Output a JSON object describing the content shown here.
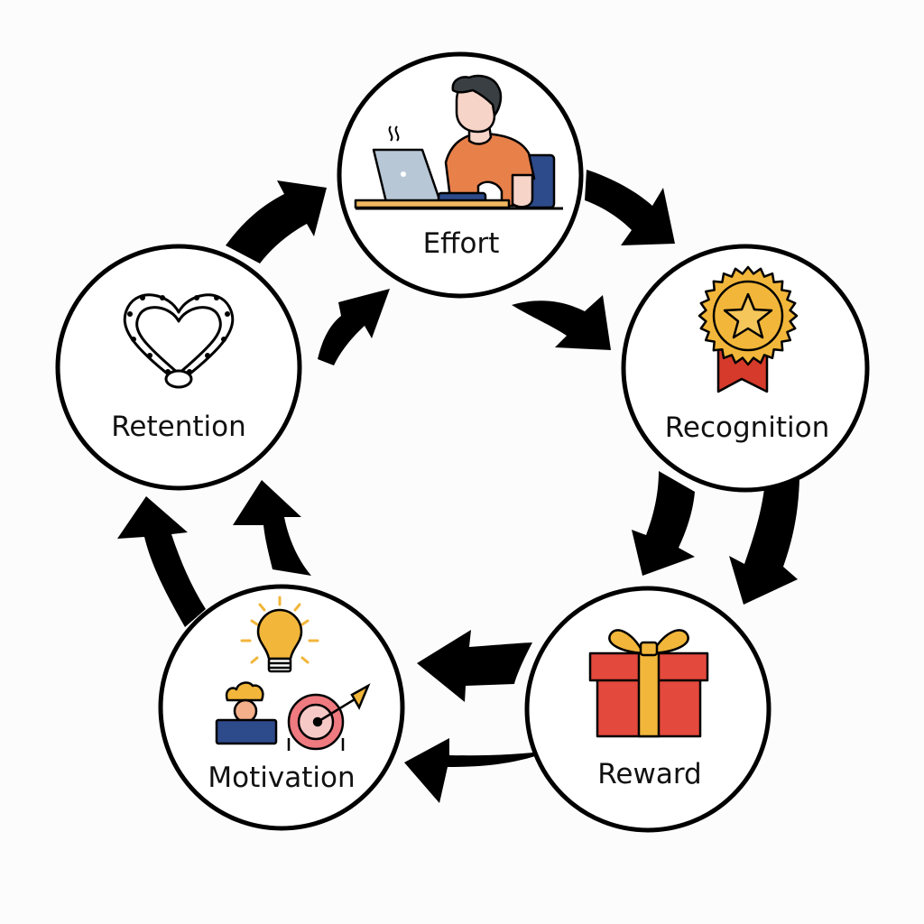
{
  "diagram": {
    "type": "cycle",
    "background": "#fcfcfc",
    "nodes": [
      {
        "id": "effort",
        "label": "Effort",
        "icon": "person-at-laptop-icon"
      },
      {
        "id": "recognition",
        "label": "Recognition",
        "icon": "award-badge-icon"
      },
      {
        "id": "reward",
        "label": "Reward",
        "icon": "gift-box-icon"
      },
      {
        "id": "motivation",
        "label": "Motivation",
        "icon": "lightbulb-person-target-icon"
      },
      {
        "id": "retention",
        "label": "Retention",
        "icon": "chain-heart-icon"
      }
    ],
    "edges": [
      {
        "from": "effort",
        "to": "recognition",
        "count": 2
      },
      {
        "from": "recognition",
        "to": "reward",
        "count": 2
      },
      {
        "from": "reward",
        "to": "motivation",
        "count": 2
      },
      {
        "from": "motivation",
        "to": "retention",
        "count": 2
      },
      {
        "from": "retention",
        "to": "effort",
        "count": 2
      }
    ],
    "colors": {
      "outline": "#000000",
      "shirt": "#e8804a",
      "hair": "#3a3f44",
      "skin": "#f7d4c8",
      "laptop": "#b7c7d6",
      "desk": "#f0b860",
      "chair": "#2d4a8a",
      "gold": "#f2b63a",
      "ribbon_red": "#d63a2a",
      "gift_red": "#e4493e",
      "target_pink": "#ef7a80"
    }
  }
}
